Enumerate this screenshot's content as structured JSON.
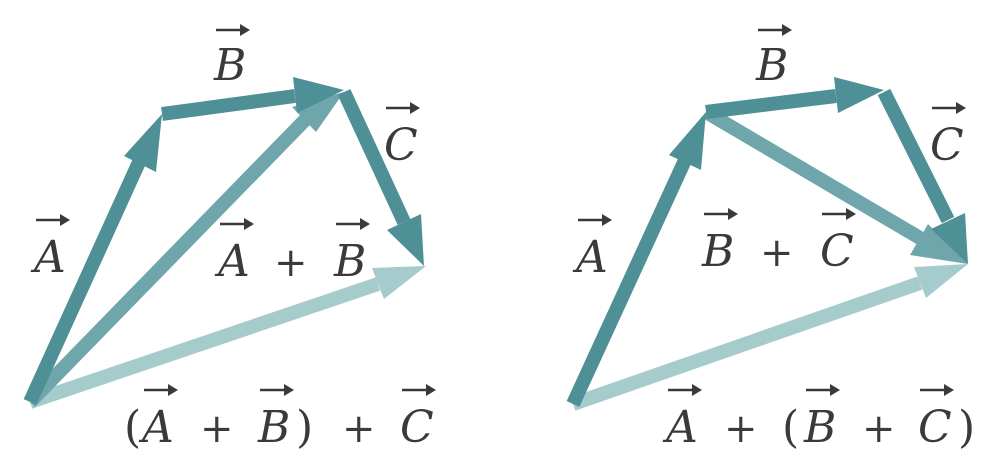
{
  "colors": {
    "dark": "#4f9097",
    "mid": "#6ea6ab",
    "light": "#a5cbcd",
    "text": "#3a3a3a"
  },
  "left_panel": {
    "label_A": "A",
    "label_B": "B",
    "label_C": "C",
    "label_AplusB": {
      "a": "A",
      "op": "+",
      "b": "B"
    },
    "label_result": {
      "open": "(",
      "a": "A",
      "op1": "+",
      "b": "B",
      "close": ")",
      "op2": "+",
      "c": "C"
    }
  },
  "right_panel": {
    "label_A": "A",
    "label_B": "B",
    "label_C": "C",
    "label_BplusC": {
      "b": "B",
      "op": "+",
      "c": "C"
    },
    "label_result": {
      "a": "A",
      "op1": "+",
      "open": "(",
      "b": "B",
      "op2": "+",
      "c": "C",
      "close": ")"
    }
  }
}
